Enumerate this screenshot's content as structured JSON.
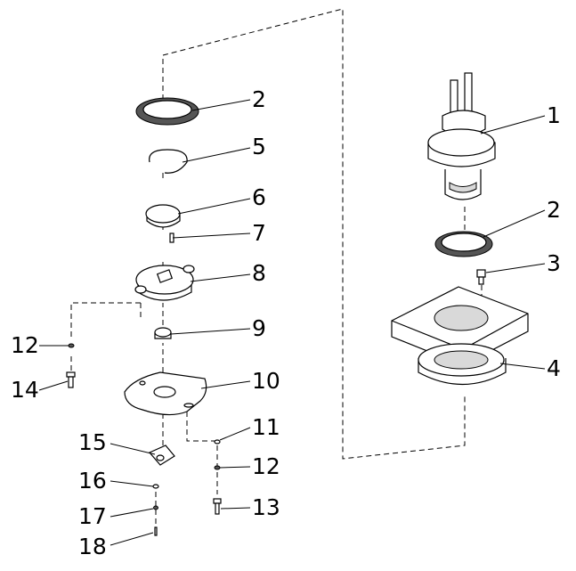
{
  "labels": {
    "1": "1",
    "2a": "2",
    "2b": "2",
    "3": "3",
    "4": "4",
    "5": "5",
    "6": "6",
    "7": "7",
    "8": "8",
    "9": "9",
    "10": "10",
    "11": "11",
    "12a": "12",
    "12b": "12",
    "13": "13",
    "14": "14",
    "15": "15",
    "16": "16",
    "17": "17",
    "18": "18"
  }
}
